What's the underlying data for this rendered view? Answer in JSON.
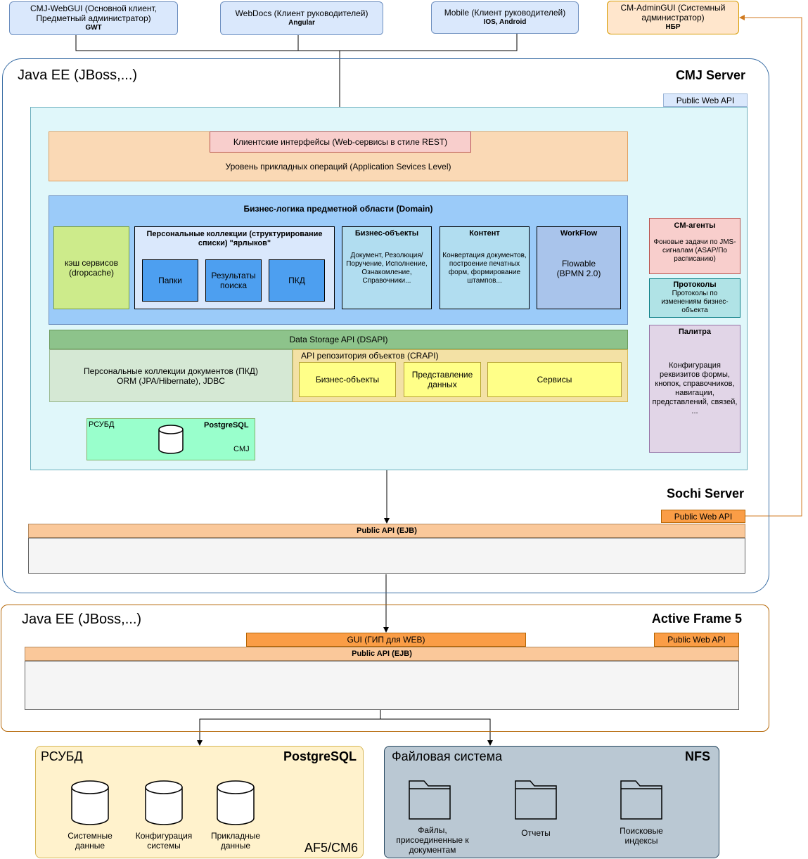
{
  "clients": {
    "webgui": {
      "title": "CMJ-WebGUI (Основной клиент, Предметный администратор)",
      "tech": "GWT"
    },
    "webdocs": {
      "title": "WebDocs (Клиент руководителей)",
      "tech": "Angular"
    },
    "mobile": {
      "title": "Mobile (Клиент руководителей)",
      "tech": "IOS, Android"
    },
    "admingui": {
      "title": "CM-AdminGUI (Системный администратор)",
      "tech": "НБР"
    }
  },
  "cmj": {
    "platform": "Java EE (JBoss,...)",
    "title": "CMJ Server",
    "public_web_api": "Public Web API",
    "client_interfaces": "Клиентские интерфейсы (Web-сервисы в стиле REST)",
    "app_services": "Уровень прикладных операций (Application Sevices Level)",
    "domain": {
      "title": "Бизнес-логика предметной области (Domain)",
      "cache": "кэш сервисов (dropcache)",
      "personal_title": "Персональные коллекции (структурирование списки) \"ярлыков\"",
      "folders": "Папки",
      "search_results": "Результаты поиска",
      "pkd": "ПКД",
      "bo_title": "Бизнес-объекты",
      "bo_text": "Документ, Резолюция/ Поручение, Исполнение, Ознакомление, Справочники...",
      "content_title": "Контент",
      "content_text": "Конвертация документов, построение печатных форм, формирование штампов...",
      "workflow_title": "WorkFlow",
      "workflow_text": "Flowable (BPMN 2.0)"
    },
    "dsapi": "Data Storage API (DSAPI)",
    "pkd_orm": "Персональные коллекции документов (ПКД) ORM (JPA/Hibernate), JDBC",
    "crapi": {
      "title": "API репозитория объектов (CRAPI)",
      "bo": "Бизнес-объекты",
      "views": "Представление данных",
      "services": "Сервисы"
    },
    "db": {
      "rdbms": "РСУБД",
      "engine": "PostgreSQL",
      "name": "CMJ"
    },
    "agents": {
      "title": "CM-агенты",
      "text": "Фоновые задачи по JMS-сигналам (ASAP/По расписанию)"
    },
    "protocols": {
      "title": "Протоколы",
      "text": "Протоколы по изменениям бизнес-объекта"
    },
    "palette": {
      "title": "Палитра",
      "text": "Конфигурация реквизитов формы, кнопок, справочников, навигации, представлений, связей, ..."
    }
  },
  "sochi": {
    "title": "Sochi Server",
    "public_web_api": "Public Web API",
    "public_api": "Public API (EJB)"
  },
  "af5": {
    "platform": "Java EE (JBoss,...)",
    "title": "Active Frame 5",
    "gui": "GUI (ГИП для WEB)",
    "public_web_api": "Public Web API",
    "public_api": "Public API (EJB)"
  },
  "rdbms": {
    "label": "РСУБД",
    "engine": "PostgreSQL",
    "name": "AF5/CM6",
    "dbs": [
      "Системные данные",
      "Конфигурация системы",
      "Прикладные данные"
    ]
  },
  "fs": {
    "label": "Файловая система",
    "engine": "NFS",
    "folders": [
      "Файлы, присоединенные к документам",
      "Отчеты",
      "Поисковые индексы"
    ]
  },
  "colors": {
    "client_fill": "#dae8fc",
    "client_stroke": "#6c8ebf",
    "orange_fill": "#ffe6cc",
    "orange_stroke": "#d79b00",
    "cmj_inner": "#e0f7fa",
    "app_services": "#fad9b5",
    "domain": "#9bcbf9",
    "dsapi": "#8dc38b",
    "crapi_item": "#ffff88",
    "postgres_green": "#99ffcc",
    "agents": "#f8cecc",
    "palette": "#e1d5e7",
    "af5_stroke": "#b46504",
    "pg_box": "#fff2cc",
    "fs_box": "#bac8d3"
  }
}
